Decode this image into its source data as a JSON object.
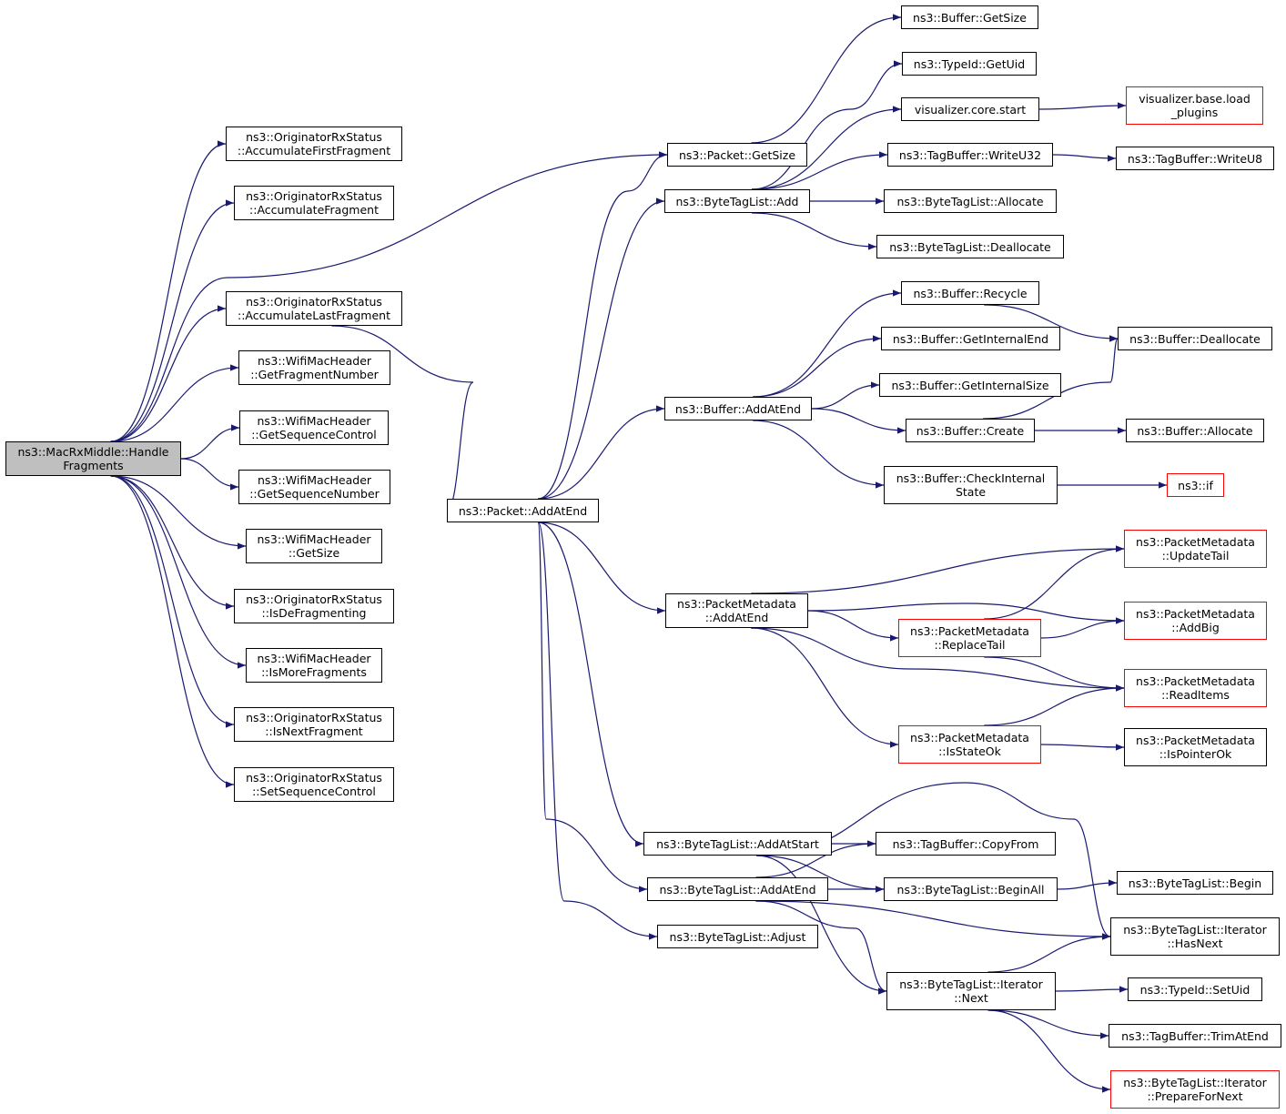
{
  "colors": {
    "edge": "#191970",
    "node_border": "#000000",
    "external_border": "#ff0000",
    "root_fill": "#bfbfbf"
  },
  "nodes": {
    "root": [
      "ns3::MacRxMiddle::Handle",
      "Fragments"
    ],
    "orx_first": [
      "ns3::OriginatorRxStatus",
      "::AccumulateFirstFragment"
    ],
    "orx_frag": [
      "ns3::OriginatorRxStatus",
      "::AccumulateFragment"
    ],
    "orx_last": [
      "ns3::OriginatorRxStatus",
      "::AccumulateLastFragment"
    ],
    "wmh_fragnum": [
      "ns3::WifiMacHeader",
      "::GetFragmentNumber"
    ],
    "wmh_seqctl": [
      "ns3::WifiMacHeader",
      "::GetSequenceControl"
    ],
    "wmh_seqnum": [
      "ns3::WifiMacHeader",
      "::GetSequenceNumber"
    ],
    "wmh_size": [
      "ns3::WifiMacHeader",
      "::GetSize"
    ],
    "orx_isdefrag": [
      "ns3::OriginatorRxStatus",
      "::IsDeFragmenting"
    ],
    "wmh_ismore": [
      "ns3::WifiMacHeader",
      "::IsMoreFragments"
    ],
    "orx_isnext": [
      "ns3::OriginatorRxStatus",
      "::IsNextFragment"
    ],
    "orx_setseq": [
      "ns3::OriginatorRxStatus",
      "::SetSequenceControl"
    ],
    "packet_addatend": [
      "ns3::Packet::AddAtEnd"
    ],
    "packet_getsize": [
      "ns3::Packet::GetSize"
    ],
    "btl_add": [
      "ns3::ByteTagList::Add"
    ],
    "buffer_addatend": [
      "ns3::Buffer::AddAtEnd"
    ],
    "pm_addatend": [
      "ns3::PacketMetadata",
      "::AddAtEnd"
    ],
    "btl_addatstart": [
      "ns3::ByteTagList::AddAtStart"
    ],
    "btl_addatend": [
      "ns3::ByteTagList::AddAtEnd"
    ],
    "btl_adjust": [
      "ns3::ByteTagList::Adjust"
    ],
    "buffer_getsize": [
      "ns3::Buffer::GetSize"
    ],
    "typeid_getuid": [
      "ns3::TypeId::GetUid"
    ],
    "vis_start": [
      "visualizer.core.start"
    ],
    "tb_writeu32": [
      "ns3::TagBuffer::WriteU32"
    ],
    "btl_allocate": [
      "ns3::ByteTagList::Allocate"
    ],
    "btl_deallocate": [
      "ns3::ByteTagList::Deallocate"
    ],
    "vis_load": [
      "visualizer.base.load",
      "_plugins"
    ],
    "tb_writeu8": [
      "ns3::TagBuffer::WriteU8"
    ],
    "buffer_recycle": [
      "ns3::Buffer::Recycle"
    ],
    "buffer_internalend": [
      "ns3::Buffer::GetInternalEnd"
    ],
    "buffer_internalsize": [
      "ns3::Buffer::GetInternalSize"
    ],
    "buffer_create": [
      "ns3::Buffer::Create"
    ],
    "buffer_check": [
      "ns3::Buffer::CheckInternal",
      "State"
    ],
    "buffer_dealloc": [
      "ns3::Buffer::Deallocate"
    ],
    "buffer_alloc": [
      "ns3::Buffer::Allocate"
    ],
    "ns3_if": [
      "ns3::if"
    ],
    "pm_updatetail": [
      "ns3::PacketMetadata",
      "::UpdateTail"
    ],
    "pm_addbig": [
      "ns3::PacketMetadata",
      "::AddBig"
    ],
    "pm_replacetail": [
      "ns3::PacketMetadata",
      "::ReplaceTail"
    ],
    "pm_readitems": [
      "ns3::PacketMetadata",
      "::ReadItems"
    ],
    "pm_isstateok": [
      "ns3::PacketMetadata",
      "::IsStateOk"
    ],
    "pm_ispointerok": [
      "ns3::PacketMetadata",
      "::IsPointerOk"
    ],
    "tb_copyfrom": [
      "ns3::TagBuffer::CopyFrom"
    ],
    "btl_beginall": [
      "ns3::ByteTagList::BeginAll"
    ],
    "btl_begin": [
      "ns3::ByteTagList::Begin"
    ],
    "btl_it_hasnext": [
      "ns3::ByteTagList::Iterator",
      "::HasNext"
    ],
    "btl_it_next": [
      "ns3::ByteTagList::Iterator",
      "::Next"
    ],
    "typeid_setuid": [
      "ns3::TypeId::SetUid"
    ],
    "tb_trimatend": [
      "ns3::TagBuffer::TrimAtEnd"
    ],
    "btl_it_prepare": [
      "ns3::ByteTagList::Iterator",
      "::PrepareForNext"
    ]
  },
  "external_nodes": [
    "vis_load",
    "ns3_if",
    "pm_updatetail",
    "pm_addbig",
    "pm_replacetail",
    "pm_readitems",
    "pm_isstateok",
    "btl_it_prepare"
  ],
  "edges": [
    [
      "root",
      "orx_first"
    ],
    [
      "root",
      "orx_frag"
    ],
    [
      "root",
      "orx_last"
    ],
    [
      "root",
      "wmh_fragnum"
    ],
    [
      "root",
      "wmh_seqctl"
    ],
    [
      "root",
      "wmh_seqnum"
    ],
    [
      "root",
      "wmh_size"
    ],
    [
      "root",
      "orx_isdefrag"
    ],
    [
      "root",
      "wmh_ismore"
    ],
    [
      "root",
      "orx_isnext"
    ],
    [
      "root",
      "orx_setseq"
    ],
    [
      "root",
      "packet_getsize"
    ],
    [
      "orx_last",
      "packet_addatend"
    ],
    [
      "packet_addatend",
      "packet_getsize"
    ],
    [
      "packet_addatend",
      "btl_add"
    ],
    [
      "packet_addatend",
      "buffer_addatend"
    ],
    [
      "packet_addatend",
      "pm_addatend"
    ],
    [
      "packet_addatend",
      "btl_addatstart"
    ],
    [
      "packet_addatend",
      "btl_addatend"
    ],
    [
      "packet_addatend",
      "btl_adjust"
    ],
    [
      "packet_getsize",
      "buffer_getsize"
    ],
    [
      "btl_add",
      "typeid_getuid"
    ],
    [
      "btl_add",
      "vis_start"
    ],
    [
      "btl_add",
      "tb_writeu32"
    ],
    [
      "btl_add",
      "btl_allocate"
    ],
    [
      "btl_add",
      "btl_deallocate"
    ],
    [
      "vis_start",
      "vis_load"
    ],
    [
      "tb_writeu32",
      "tb_writeu8"
    ],
    [
      "buffer_addatend",
      "buffer_recycle"
    ],
    [
      "buffer_addatend",
      "buffer_internalend"
    ],
    [
      "buffer_addatend",
      "buffer_internalsize"
    ],
    [
      "buffer_addatend",
      "buffer_create"
    ],
    [
      "buffer_addatend",
      "buffer_check"
    ],
    [
      "buffer_recycle",
      "buffer_dealloc"
    ],
    [
      "buffer_create",
      "buffer_dealloc"
    ],
    [
      "buffer_create",
      "buffer_alloc"
    ],
    [
      "buffer_check",
      "ns3_if"
    ],
    [
      "pm_addatend",
      "pm_updatetail"
    ],
    [
      "pm_addatend",
      "pm_addbig"
    ],
    [
      "pm_addatend",
      "pm_replacetail"
    ],
    [
      "pm_addatend",
      "pm_readitems"
    ],
    [
      "pm_addatend",
      "pm_isstateok"
    ],
    [
      "pm_replacetail",
      "pm_updatetail"
    ],
    [
      "pm_replacetail",
      "pm_addbig"
    ],
    [
      "pm_replacetail",
      "pm_readitems"
    ],
    [
      "pm_isstateok",
      "pm_readitems"
    ],
    [
      "pm_isstateok",
      "pm_ispointerok"
    ],
    [
      "btl_addatstart",
      "tb_copyfrom"
    ],
    [
      "btl_addatstart",
      "btl_beginall"
    ],
    [
      "btl_addatstart",
      "btl_it_hasnext"
    ],
    [
      "btl_addatstart",
      "btl_it_next"
    ],
    [
      "btl_addatend",
      "tb_copyfrom"
    ],
    [
      "btl_addatend",
      "btl_beginall"
    ],
    [
      "btl_addatend",
      "btl_it_hasnext"
    ],
    [
      "btl_addatend",
      "btl_it_next"
    ],
    [
      "btl_beginall",
      "btl_begin"
    ],
    [
      "btl_it_next",
      "btl_it_hasnext"
    ],
    [
      "btl_it_next",
      "typeid_setuid"
    ],
    [
      "btl_it_next",
      "tb_trimatend"
    ],
    [
      "btl_it_next",
      "btl_it_prepare"
    ]
  ]
}
